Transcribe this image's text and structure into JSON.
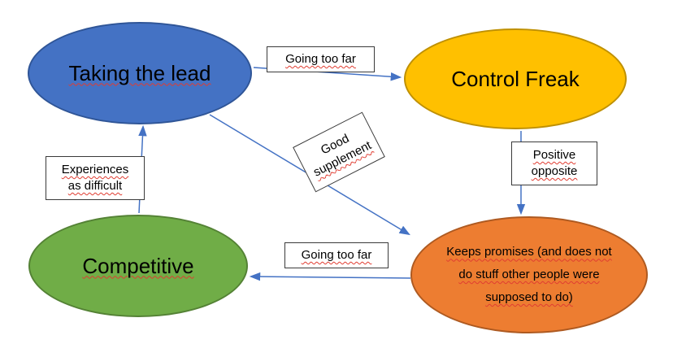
{
  "nodes": {
    "taking_the_lead": {
      "label": "Taking the lead",
      "fill": "#4472C4",
      "border": "#2F5597"
    },
    "control_freak": {
      "label": "Control Freak",
      "fill": "#FFC000",
      "border": "#BF9000"
    },
    "competitive": {
      "label": "Competitive",
      "fill": "#70AD47",
      "border": "#548235"
    },
    "keeps_promises": {
      "line1": "Keeps promises (and does not",
      "line2": "do stuff other people were",
      "line3": "supposed to do)",
      "fill": "#ED7D31",
      "border": "#AE5A21"
    }
  },
  "edge_labels": {
    "going_too_far_top": "Going too far",
    "good_supplement_line1": "Good",
    "good_supplement_line2": "supplement",
    "positive_opposite_line1": "Positive",
    "positive_opposite_line2": "opposite",
    "experiences_line1": "Experiences",
    "experiences_line2": "as difficult",
    "going_too_far_bottom": "Going too far"
  },
  "colors": {
    "arrow": "#4472C4",
    "spellcheck_squiggle": "#E03C31",
    "label_border": "#3a3a3a",
    "background": "#ffffff"
  }
}
